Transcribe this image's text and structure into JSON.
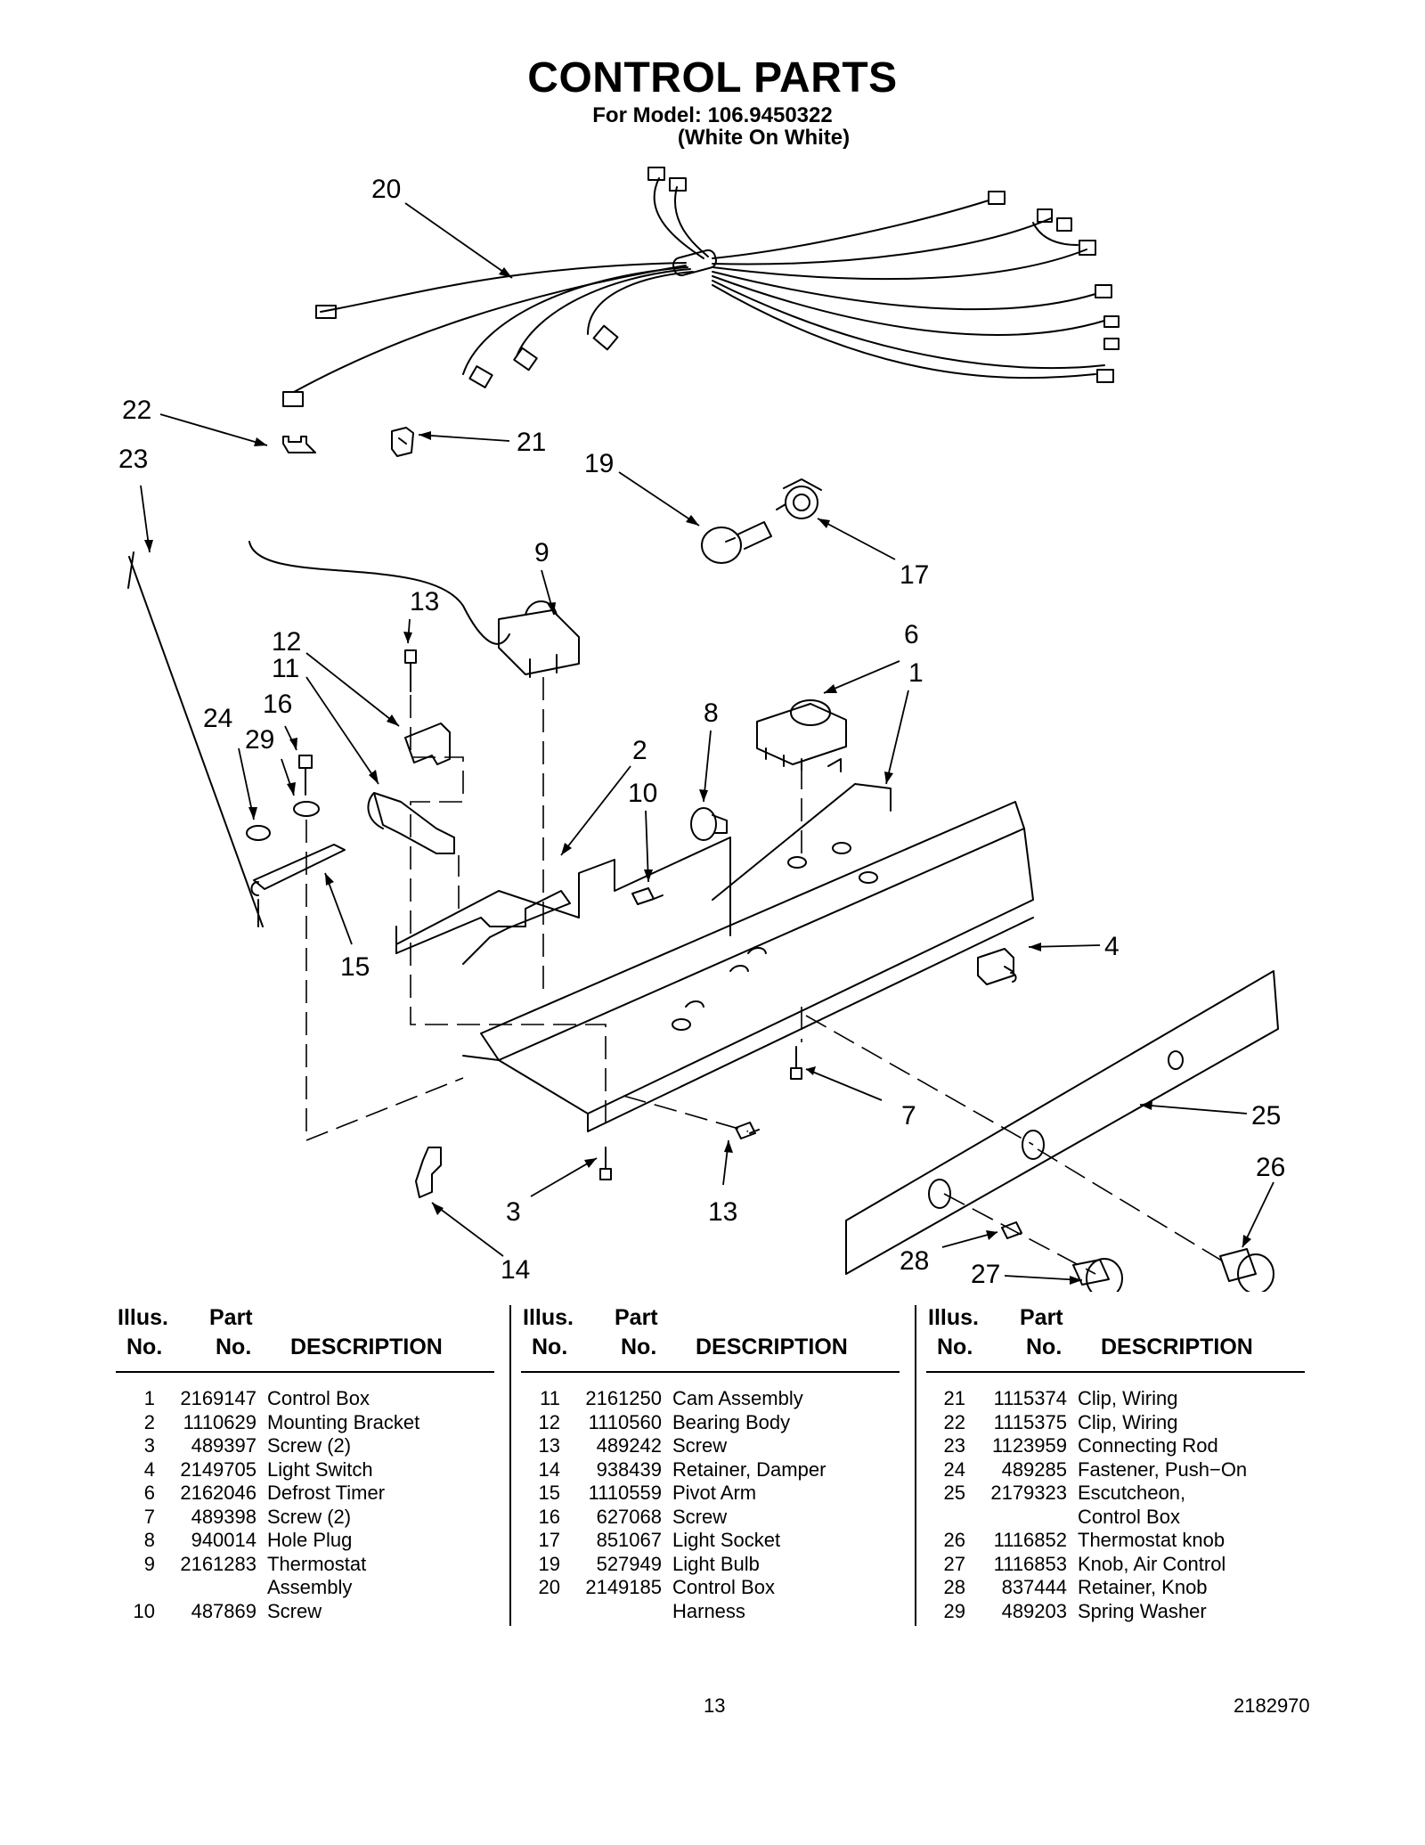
{
  "header": {
    "title": "CONTROL PARTS",
    "model_line": "For Model: 106.9450322",
    "color_line": "(White On White)"
  },
  "diagram_labels": [
    "20",
    "22",
    "21",
    "23",
    "19",
    "17",
    "9",
    "13",
    "12",
    "11",
    "16",
    "24",
    "29",
    "6",
    "1",
    "8",
    "2",
    "10",
    "4",
    "15",
    "7",
    "25",
    "26",
    "3",
    "13",
    "14",
    "28",
    "27"
  ],
  "table": {
    "headers": {
      "illus_1": "Illus.",
      "illus_2": "No.",
      "part_1": "Part",
      "part_2": "No.",
      "desc": "DESCRIPTION"
    },
    "columns": [
      [
        {
          "no": "1",
          "part": "2169147",
          "desc": "Control Box"
        },
        {
          "no": "2",
          "part": "1110629",
          "desc": "Mounting Bracket"
        },
        {
          "no": "3",
          "part": "489397",
          "desc": "Screw (2)"
        },
        {
          "no": "4",
          "part": "2149705",
          "desc": "Light Switch"
        },
        {
          "no": "6",
          "part": "2162046",
          "desc": "Defrost Timer"
        },
        {
          "no": "7",
          "part": "489398",
          "desc": "Screw (2)"
        },
        {
          "no": "8",
          "part": "940014",
          "desc": "Hole Plug"
        },
        {
          "no": "9",
          "part": "2161283",
          "desc": "Thermostat"
        },
        {
          "no": "",
          "part": "",
          "desc": "Assembly"
        },
        {
          "no": "10",
          "part": "487869",
          "desc": "Screw"
        }
      ],
      [
        {
          "no": "11",
          "part": "2161250",
          "desc": "Cam Assembly"
        },
        {
          "no": "12",
          "part": "1110560",
          "desc": "Bearing Body"
        },
        {
          "no": "13",
          "part": "489242",
          "desc": "Screw"
        },
        {
          "no": "14",
          "part": "938439",
          "desc": "Retainer, Damper"
        },
        {
          "no": "15",
          "part": "1110559",
          "desc": "Pivot Arm"
        },
        {
          "no": "16",
          "part": "627068",
          "desc": "Screw"
        },
        {
          "no": "17",
          "part": "851067",
          "desc": "Light Socket"
        },
        {
          "no": "19",
          "part": "527949",
          "desc": "Light Bulb"
        },
        {
          "no": "20",
          "part": "2149185",
          "desc": "Control Box"
        },
        {
          "no": "",
          "part": "",
          "desc": "Harness"
        }
      ],
      [
        {
          "no": "21",
          "part": "1115374",
          "desc": "Clip, Wiring"
        },
        {
          "no": "22",
          "part": "1115375",
          "desc": "Clip, Wiring"
        },
        {
          "no": "23",
          "part": "1123959",
          "desc": "Connecting Rod"
        },
        {
          "no": "24",
          "part": "489285",
          "desc": "Fastener, Push−On"
        },
        {
          "no": "25",
          "part": "2179323",
          "desc": "Escutcheon,"
        },
        {
          "no": "",
          "part": "",
          "desc": "Control Box"
        },
        {
          "no": "26",
          "part": "1116852",
          "desc": "Thermostat knob"
        },
        {
          "no": "27",
          "part": "1116853",
          "desc": "Knob, Air Control"
        },
        {
          "no": "28",
          "part": "837444",
          "desc": "Retainer, Knob"
        },
        {
          "no": "29",
          "part": "489203",
          "desc": "Spring Washer"
        }
      ]
    ]
  },
  "footer": {
    "page_number": "13",
    "doc_number": "2182970"
  }
}
